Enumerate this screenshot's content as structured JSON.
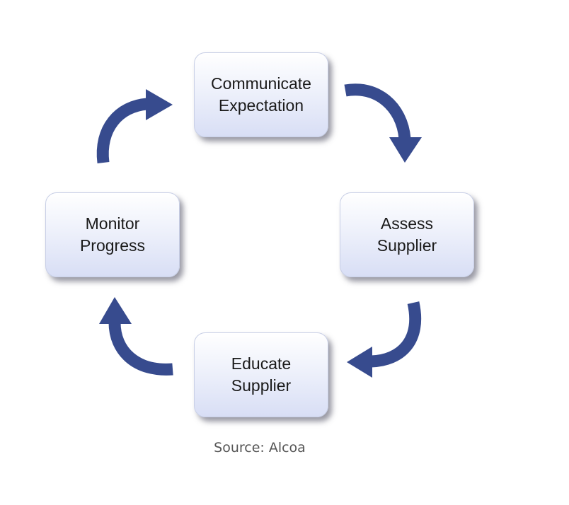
{
  "diagram": {
    "steps": [
      {
        "label": "Communicate\nExpectation"
      },
      {
        "label": "Assess\nSupplier"
      },
      {
        "label": "Educate\nSupplier"
      },
      {
        "label": "Monitor\nProgress"
      }
    ],
    "arrow_color": "#374b8e",
    "node_fill": "#dfe4f7"
  },
  "caption": {
    "source": "Source: Alcoa"
  }
}
